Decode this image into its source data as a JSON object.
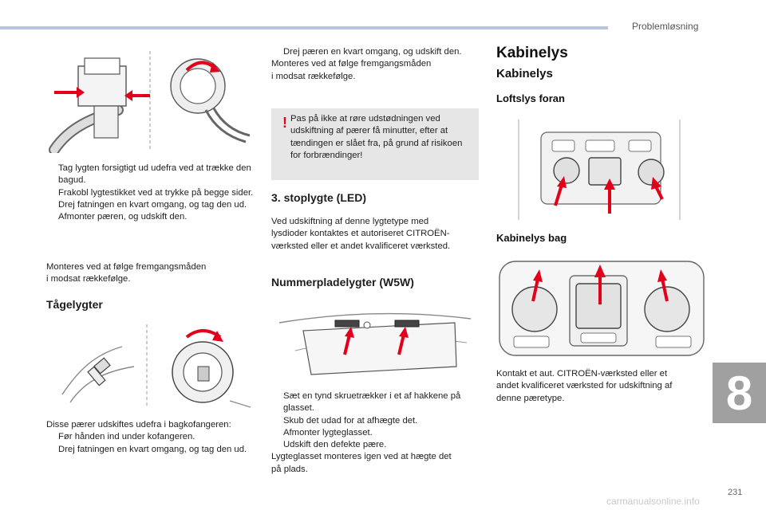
{
  "header": {
    "section": "Problemløsning",
    "chapter": "8",
    "page": "231",
    "watermark": "carmanualsonline.info"
  },
  "col1": {
    "bullets": [
      "Tag lygten forsigtigt ud udefra ved at trække den bagud.",
      "Frakobl lygtestikket ved at trykke på begge sider.",
      "Drej fatningen en kvart omgang, og tag den ud.",
      "Afmonter pæren, og udskift den."
    ],
    "refit": [
      "Monteres ved at følge fremgangsmåden",
      "i modsat rækkefølge."
    ],
    "fog_title": "Tågelygter",
    "fog_intro": "Disse pærer udskiftes udefra i bagkofangeren:",
    "fog_bullets": [
      "Før hånden ind under kofangeren.",
      "Drej fatningen en kvart omgang, og tag den ud."
    ]
  },
  "col2": {
    "top_bullet": "Drej pæren en kvart omgang, og udskift den.",
    "refit": [
      "Monteres ved at følge fremgangsmåden",
      "i modsat rækkefølge."
    ],
    "warning": "Pas på ikke at røre udstødningen ved udskiftning af pærer få minutter, efter at tændingen er slået fra, på grund af risikoen for forbrændinger!",
    "stop_title": "3. stoplygte (LED)",
    "stop_text": [
      "Ved udskiftning af denne lygtetype med",
      "lysdioder kontaktes et autoriseret CITROËN-",
      "værksted eller et andet kvalificeret værksted."
    ],
    "plate_title": "Nummerpladelygter (W5W)",
    "plate_bullets": [
      "Sæt en tynd skruetrækker i et af hakkene på glasset.",
      "Skub det udad for at afhægte det.",
      "Afmonter lygteglasset.",
      "Udskift den defekte pære."
    ],
    "plate_end": [
      "Lygteglasset monteres igen ved at hægte det",
      "på plads."
    ]
  },
  "col3": {
    "title": "Kabinelys",
    "subtitle": "Kabinelys",
    "front_title": "Loftslys foran",
    "rear_title": "Kabinelys bag",
    "contact_text": [
      "Kontakt et aut. CITROËN-værksted eller et",
      "andet kvalificeret værksted for udskiftning af",
      "denne pæretype."
    ]
  },
  "bullet_mark": "",
  "colors": {
    "arrow": "#e2001a",
    "header_bar": "#b9c4e0",
    "tab": "#a0a0a0",
    "warning_bg": "#e6e6e6"
  }
}
